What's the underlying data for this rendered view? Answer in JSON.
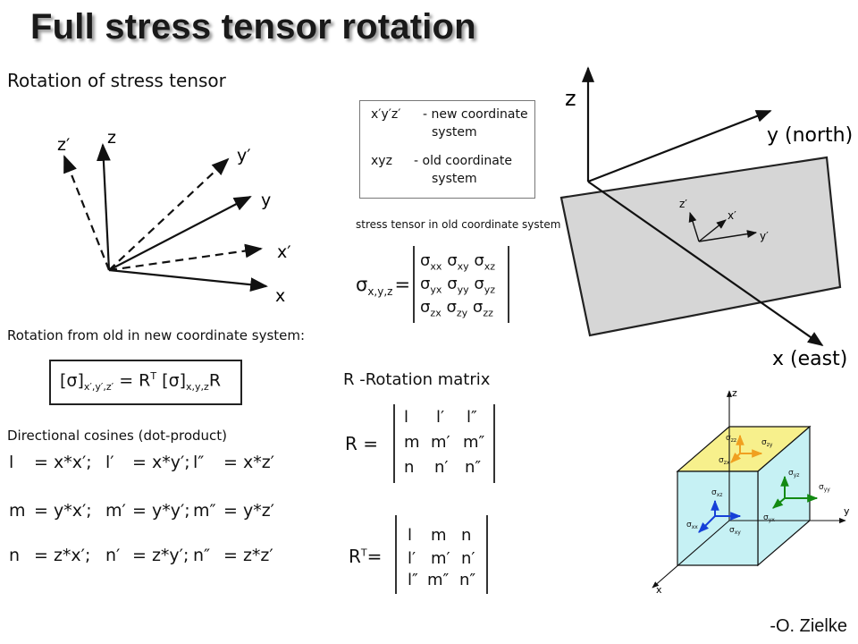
{
  "title": "Full stress tensor rotation",
  "rotation_heading": "Rotation of stress tensor",
  "left_axes": {
    "z_prime": "z′",
    "z": "z",
    "y_prime": "y′",
    "y": "y",
    "x_prime": "x′",
    "x": "x"
  },
  "legend": {
    "new_sym": "x′y′z′",
    "new_desc_1": "- new coordinate",
    "new_desc_2": "system",
    "old_sym": "xyz",
    "old_desc_1": "- old coordinate",
    "old_desc_2": "system"
  },
  "old_tensor_label": "stress tensor in old coordinate system",
  "sigma_xyz_label": "σ",
  "sigma_xyz_sub": "x,y,z",
  "equals": "=",
  "old_tensor_rows": [
    [
      [
        "σ",
        "xx"
      ],
      [
        "σ",
        "xy"
      ],
      [
        "σ",
        "xz"
      ]
    ],
    [
      [
        "σ",
        "yx"
      ],
      [
        "σ",
        "yy"
      ],
      [
        "σ",
        "yz"
      ]
    ],
    [
      [
        "σ",
        "zx"
      ],
      [
        "σ",
        "zy"
      ],
      [
        "σ",
        "zz"
      ]
    ]
  ],
  "plane_axes": {
    "z": "z",
    "y": "y (north)",
    "x": "x (east)",
    "z_prime": "z′",
    "x_prime": "x′",
    "y_prime": "y′"
  },
  "rotation_from_heading": "Rotation from old in new coordinate system:",
  "rotation_eq": {
    "lhs": "[σ]",
    "lhs_sub": "x′,y′,z′",
    "mid": "= R",
    "sup": "T",
    "rhs": "[σ]",
    "rhs_sub": "x,y,z",
    "tail": "R"
  },
  "cosines_heading": "Directional cosines (dot-product)",
  "cosines": [
    [
      "l",
      "= x*x′;",
      "l′",
      "= x*y′;",
      "l″",
      "= x*z′"
    ],
    [
      "m",
      "= y*x′;",
      "m′",
      "= y*y′;",
      "m″",
      "= y*z′"
    ],
    [
      "n",
      "= z*x′;",
      "n′",
      "= z*y′;",
      "n″",
      "= z*z′"
    ]
  ],
  "rotation_matrix_heading": "R -Rotation matrix",
  "R_label": "R",
  "R_rows": [
    [
      "l",
      "l′",
      "l″"
    ],
    [
      "m",
      "m′",
      "m″"
    ],
    [
      "n",
      "n′",
      "n″"
    ]
  ],
  "RT_label": "R",
  "RT_sup": "T",
  "RT_rows": [
    [
      "l",
      "m",
      "n"
    ],
    [
      "l′",
      "m′",
      "n′"
    ],
    [
      "l″",
      "m″",
      "n″"
    ]
  ],
  "cube_axes": {
    "z": "z",
    "y": "y",
    "x": "x"
  },
  "cube_labels": {
    "s_zx": [
      "σ",
      "zx"
    ],
    "s_zy": [
      "σ",
      "zy"
    ],
    "s_zz": [
      "σ",
      "zz"
    ],
    "s_yz": [
      "σ",
      "yz"
    ],
    "s_yy": [
      "σ",
      "yy"
    ],
    "s_yx_side": [
      "σ",
      "yx"
    ],
    "s_xz": [
      "σ",
      "xz"
    ],
    "s_xx": [
      "σ",
      "xx"
    ],
    "s_xy": [
      "σ",
      "xy"
    ]
  },
  "author": "-O. Zielke",
  "colors": {
    "cube_top": "#f7f08c",
    "cube_front": "#c6f1f4",
    "plane": "#d6d6d6",
    "arrow_orange": "#f0a020",
    "arrow_green": "#138a13",
    "arrow_blue": "#1640d8"
  }
}
